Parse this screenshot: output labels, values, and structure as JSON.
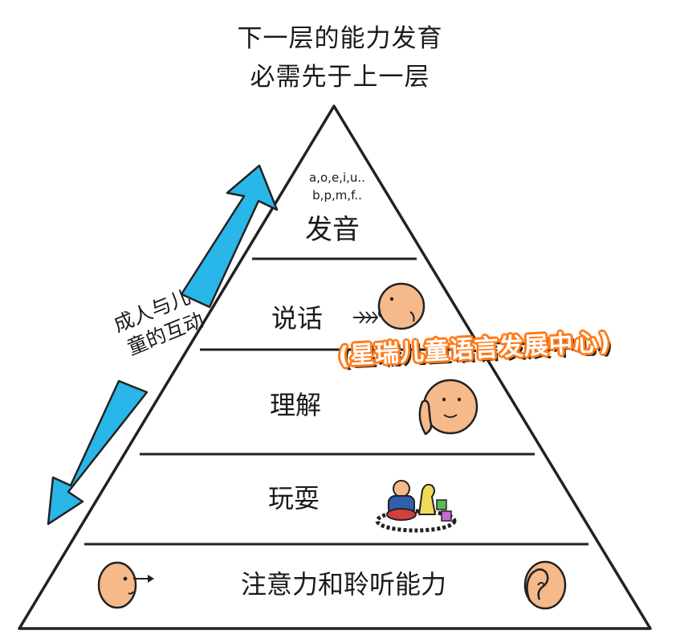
{
  "title": {
    "line1": "下一层的能力发育",
    "line2": "必需先于上一层"
  },
  "pyramid": {
    "levels": [
      {
        "label": "发音",
        "sublabel1": "a,o,e,i,u..",
        "sublabel2": "b,p,m,f.."
      },
      {
        "label": "说话"
      },
      {
        "label": "理解"
      },
      {
        "label": "玩耍"
      },
      {
        "label": "注意力和聆听能力"
      }
    ]
  },
  "side_label": {
    "line1": "成人与儿",
    "line2": "童的互动"
  },
  "watermark": "(星瑞儿童语言发展中心)",
  "colors": {
    "arrow": "#29b6e8",
    "skin": "#f6b98a",
    "outline": "#222222",
    "watermark_outline": "#ff7a1a"
  }
}
